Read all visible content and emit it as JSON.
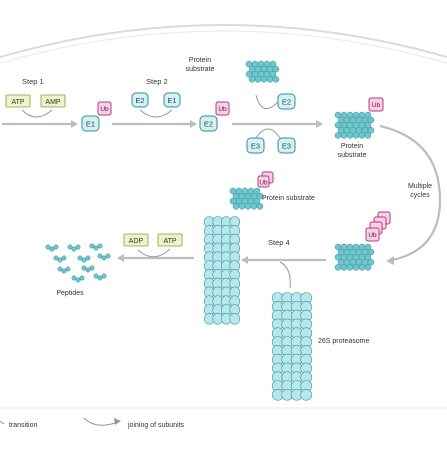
{
  "steps": {
    "step1": "Step 1",
    "step2": "Step 2",
    "step4": "Step 4"
  },
  "boxes": {
    "atp_top": "ATP",
    "amp": "AMP",
    "adp": "ADP",
    "atp_bottom": "ATP"
  },
  "enzymes": {
    "e1": "E1",
    "e2": "E2",
    "e3": "E3",
    "ub": "Ub"
  },
  "labels": {
    "protein_substrate": "Protein substrate",
    "multiple_cycles": "Multiple cycles",
    "peptides": "Peptides",
    "proteasome": "26S proteasome"
  },
  "legend": {
    "transition": "transition",
    "joining": "joining of subunits"
  },
  "colors": {
    "enzyme_fill": "#d7f1f3",
    "enzyme_stroke": "#2f8f9a",
    "ub_fill": "#f6d1e4",
    "ub_stroke": "#b53b83",
    "box_fill": "#eef3c9",
    "arrow": "#b8bfc2"
  }
}
